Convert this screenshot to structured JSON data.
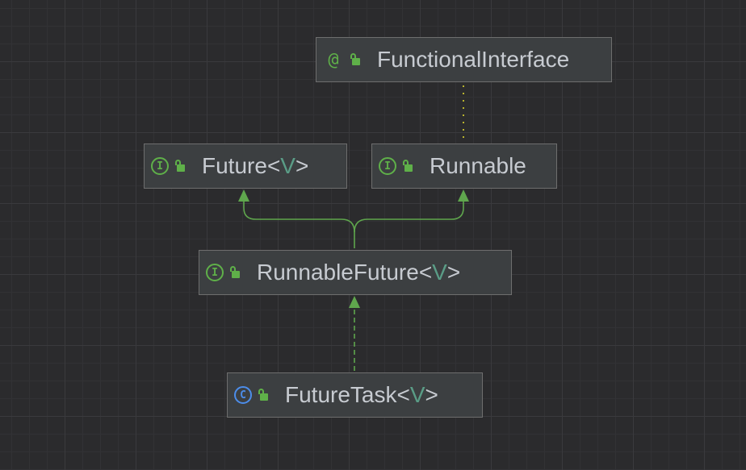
{
  "diagram": {
    "nodes": [
      {
        "id": "functional-interface",
        "kind": "annotation",
        "kind_glyph": "@",
        "name": "FunctionalInterface",
        "type_param": null
      },
      {
        "id": "future",
        "kind": "interface",
        "kind_glyph": "I",
        "name": "Future",
        "type_param": "V"
      },
      {
        "id": "runnable",
        "kind": "interface",
        "kind_glyph": "I",
        "name": "Runnable",
        "type_param": null
      },
      {
        "id": "runnable-future",
        "kind": "interface",
        "kind_glyph": "I",
        "name": "RunnableFuture",
        "type_param": "V"
      },
      {
        "id": "future-task",
        "kind": "class",
        "kind_glyph": "C",
        "name": "FutureTask",
        "type_param": "V"
      }
    ],
    "edges": [
      {
        "from": "runnable",
        "to": "functional-interface",
        "relation": "annotated"
      },
      {
        "from": "runnable-future",
        "to": "future",
        "relation": "extends"
      },
      {
        "from": "runnable-future",
        "to": "runnable",
        "relation": "extends"
      },
      {
        "from": "future-task",
        "to": "runnable-future",
        "relation": "implements"
      }
    ],
    "colors": {
      "background": "#2b2b2d",
      "node_fill": "#3c3f41",
      "node_border": "#6e6e6e",
      "edge": "#5fa64d",
      "annotation_edge": "#b8b22e",
      "interface_icon": "#5fb049",
      "class_icon": "#4c8dea",
      "label_text": "#c7cbd1",
      "type_param": "#5a9c86"
    }
  }
}
